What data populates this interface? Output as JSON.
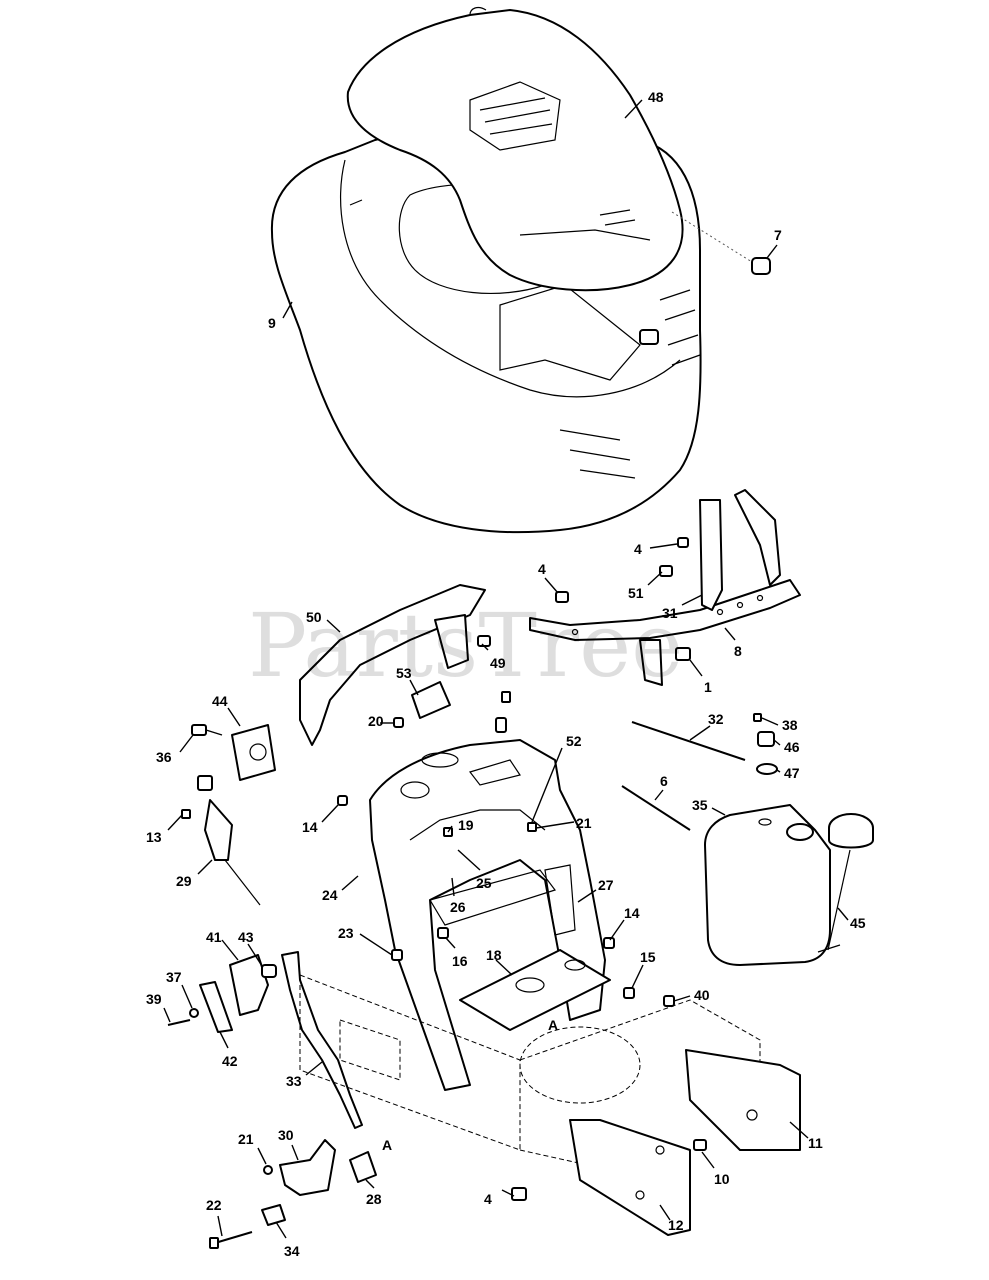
{
  "watermark": "PartsTree",
  "callouts": [
    "48",
    "7",
    "9",
    "4",
    "51",
    "31",
    "8",
    "1",
    "50",
    "49",
    "53",
    "44",
    "36",
    "20",
    "32",
    "38",
    "46",
    "47",
    "52",
    "13",
    "14",
    "19",
    "21",
    "6",
    "35",
    "29",
    "25",
    "24",
    "26",
    "27",
    "45",
    "23",
    "16",
    "18",
    "15",
    "40",
    "41",
    "43",
    "37",
    "39",
    "42",
    "33",
    "A",
    "11",
    "21",
    "30",
    "10",
    "28",
    "4",
    "12",
    "22",
    "34",
    "14"
  ]
}
